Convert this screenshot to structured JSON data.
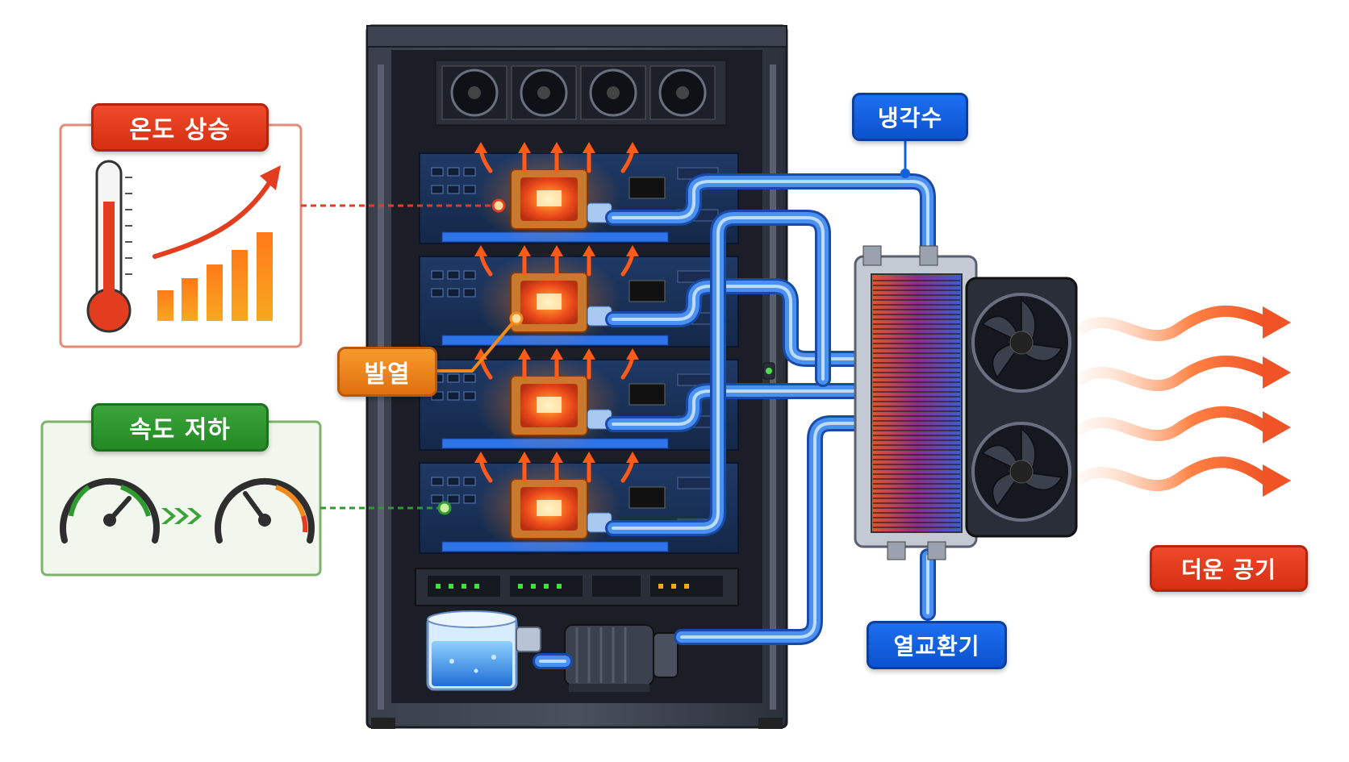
{
  "labels": {
    "temp_rise": "온도 상승",
    "speed_drop": "속도 저하",
    "heat": "발열",
    "coolant": "냉각수",
    "heat_exchanger": "열교환기",
    "hot_air": "더운 공기"
  },
  "colors": {
    "red": "#e23d1f",
    "green": "#2f9a2f",
    "blue": "#1262e0",
    "orange": "#f08a1c",
    "pipe": "#4a90f0",
    "rack": "#2b2f3a"
  },
  "icons": [
    "thermometer-icon",
    "trend-arrow-icon",
    "gauge-icon",
    "chevron-right-icon",
    "fan-icon",
    "cpu-chip-icon",
    "pump-icon",
    "water-tank-icon"
  ]
}
